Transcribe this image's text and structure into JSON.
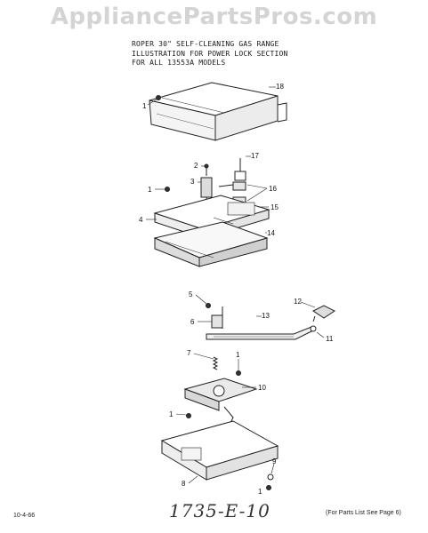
{
  "watermark": "AppliancePartsPros.com",
  "title": {
    "line1": "ROPER 30\" SELF-CLEANING GAS RANGE",
    "line2": "ILLUSTRATION FOR POWER LOCK SECTION",
    "line3": "FOR ALL 13553A MODELS"
  },
  "callouts": {
    "c1a": "1",
    "c18": "18",
    "c17": "17",
    "c2": "2",
    "c3": "3",
    "c16": "16",
    "c1b": "1",
    "c15": "15",
    "c4": "4",
    "c14": "14",
    "c5": "5",
    "c12": "12",
    "c13": "13",
    "c6": "6",
    "c11": "11",
    "c7": "7",
    "c1c": "1",
    "c10": "10",
    "c1d": "1",
    "c9": "9",
    "c8": "8",
    "c1e": "1"
  },
  "footer": {
    "date": "10-4-66",
    "code": "1735-E-10",
    "note": "(For Parts List See Page 6)"
  }
}
